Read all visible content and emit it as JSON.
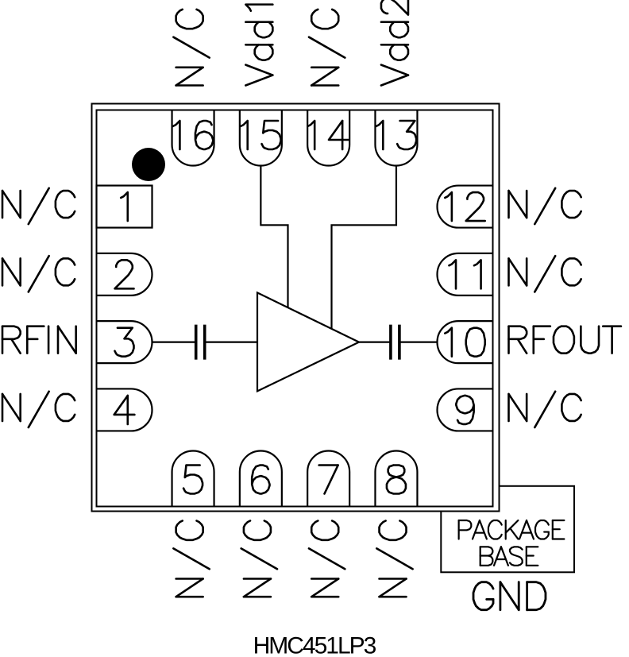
{
  "title": "HMC451LP3",
  "colors": {
    "ink": "#000000",
    "background": "#ffffff"
  },
  "package": {
    "name": "HMC451LP3",
    "pin1_marker": "dot",
    "pins": {
      "left": [
        {
          "number": "1",
          "label": "N/C"
        },
        {
          "number": "2",
          "label": "N/C"
        },
        {
          "number": "3",
          "label": "RFIN"
        },
        {
          "number": "4",
          "label": "N/C"
        }
      ],
      "top": [
        {
          "number": "16",
          "label": "N/C"
        },
        {
          "number": "15",
          "label": "Vdd1"
        },
        {
          "number": "14",
          "label": "N/C"
        },
        {
          "number": "13",
          "label": "Vdd2"
        }
      ],
      "right": [
        {
          "number": "12",
          "label": "N/C"
        },
        {
          "number": "11",
          "label": "N/C"
        },
        {
          "number": "10",
          "label": "RFOUT"
        },
        {
          "number": "9",
          "label": "N/C"
        }
      ],
      "bottom": [
        {
          "number": "5",
          "label": "N/C"
        },
        {
          "number": "6",
          "label": "N/C"
        },
        {
          "number": "7",
          "label": "N/C"
        },
        {
          "number": "8",
          "label": "N/C"
        }
      ]
    },
    "base_box": {
      "line1": "PACKAGE",
      "line2": "BASE",
      "ground_label": "GND"
    },
    "core": {
      "symbol": "amplifier",
      "input_coupling": "capacitor",
      "output_coupling": "capacitor"
    }
  }
}
